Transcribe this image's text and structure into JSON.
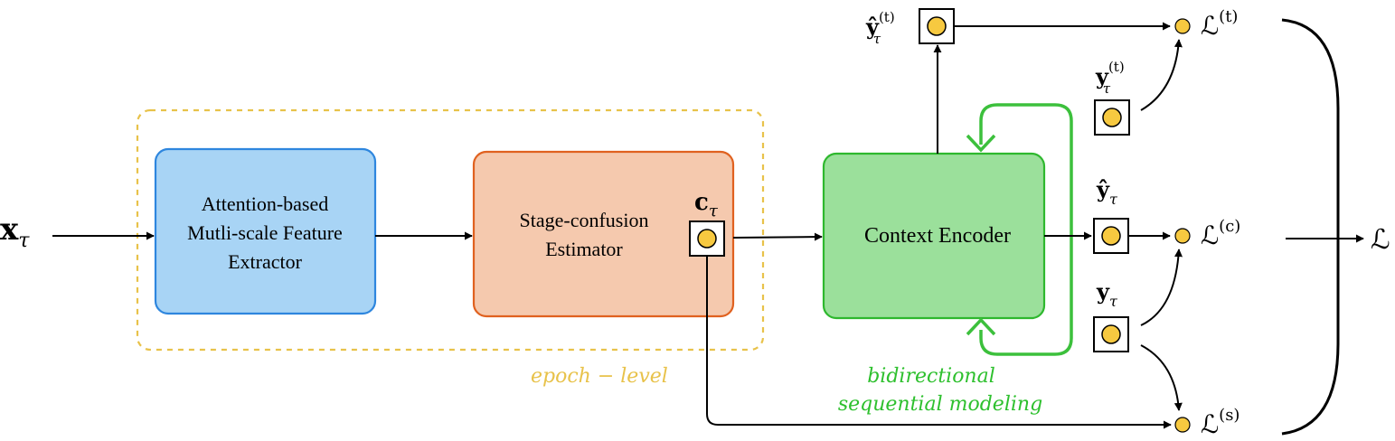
{
  "input": {
    "symbol": "x",
    "subscript": "τ"
  },
  "feature_extractor": {
    "line1": "Attention-based",
    "line2": "Mutli-scale Feature",
    "line3": "Extractor"
  },
  "stage_confusion": {
    "line1": "Stage-confusion",
    "line2": "Estimator",
    "output_symbol": "c",
    "output_subscript": "τ"
  },
  "context_encoder": {
    "label": "Context Encoder"
  },
  "epoch_level": {
    "label": "epoch − level"
  },
  "sequential": {
    "line1": "bidirectional",
    "line2": "sequential modeling"
  },
  "outputs": {
    "yhat_t": {
      "symbol": "ŷ",
      "subscript": "τ",
      "superscript": "(t)"
    },
    "y_t": {
      "symbol": "y",
      "subscript": "τ",
      "superscript": "(t)"
    },
    "yhat": {
      "symbol": "ŷ",
      "subscript": "τ"
    },
    "y": {
      "symbol": "y",
      "subscript": "τ"
    }
  },
  "losses": {
    "symbol": "ℒ",
    "t_sup": "(t)",
    "c_sup": "(c)",
    "s_sup": "(s)",
    "total": "ℒ"
  },
  "colors": {
    "feature_fill": "#A8D4F5",
    "feature_stroke": "#2E86DE",
    "stage_fill": "#F5C9AE",
    "stage_stroke": "#E0611F",
    "context_fill": "#9BE09B",
    "context_stroke": "#2EB82E",
    "epoch_dash": "#E8C24A",
    "epoch_text": "#E8C24A",
    "loop_green": "#3CC03C",
    "node_fill": "#F7C940",
    "node_stroke": "#000000"
  }
}
